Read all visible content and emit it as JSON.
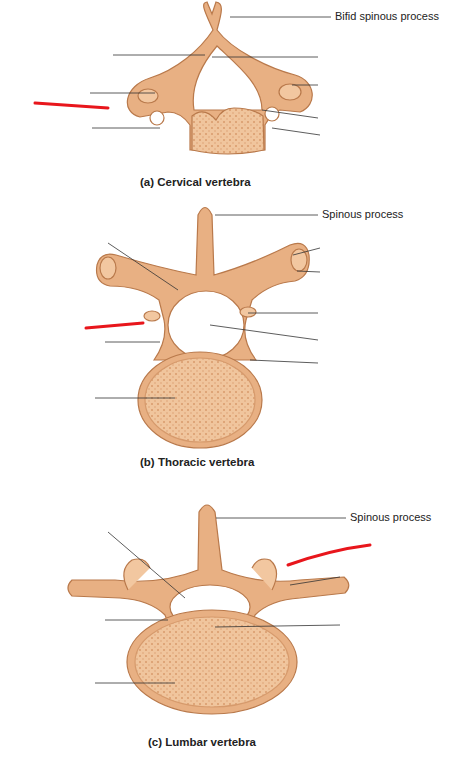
{
  "diagram": {
    "labels": [
      "Bifid spinous process",
      "(a) Cervical vertebra",
      "Spinous process",
      "(b) Thoracic vertebra",
      "Spinous process",
      "(c) Lumbar vertebra"
    ]
  }
}
